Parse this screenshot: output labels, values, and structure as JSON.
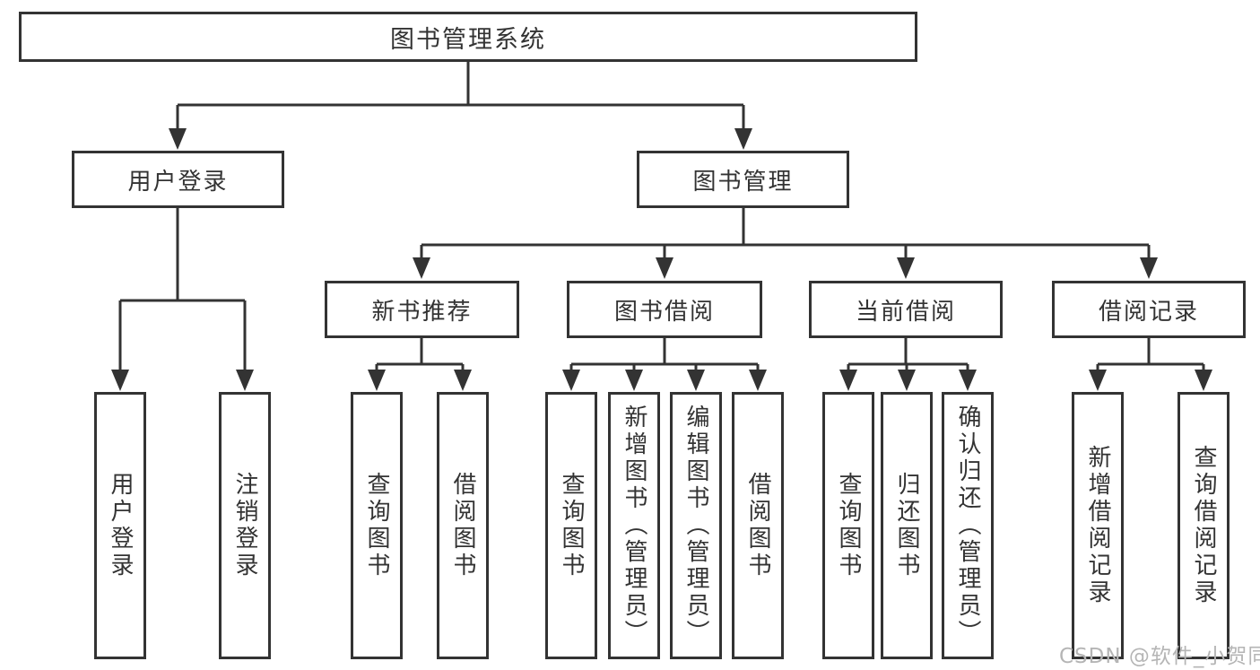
{
  "tree": {
    "root": {
      "label": "图书管理系统"
    },
    "children": [
      {
        "label": "用户登录",
        "children": [
          {
            "label": "用户登录"
          },
          {
            "label": "注销登录"
          }
        ]
      },
      {
        "label": "图书管理",
        "children": [
          {
            "label": "新书推荐",
            "children": [
              {
                "label": "查询图书"
              },
              {
                "label": "借阅图书"
              }
            ]
          },
          {
            "label": "图书借阅",
            "children": [
              {
                "label": "查询图书"
              },
              {
                "label": "新增图书（管理员）"
              },
              {
                "label": "编辑图书（管理员）"
              },
              {
                "label": "借阅图书"
              }
            ]
          },
          {
            "label": "当前借阅",
            "children": [
              {
                "label": "查询图书"
              },
              {
                "label": "归还图书"
              },
              {
                "label": "确认归还（管理员）"
              }
            ]
          },
          {
            "label": "借阅记录",
            "children": [
              {
                "label": "新增借阅记录"
              },
              {
                "label": "查询借阅记录"
              }
            ]
          }
        ]
      }
    ]
  },
  "watermark": {
    "text": "CSDN @软件_小贺同学"
  },
  "colors": {
    "line": "#333333",
    "text": "#333333",
    "box_background": "#ffffff",
    "watermark": "#b5b5b5"
  }
}
